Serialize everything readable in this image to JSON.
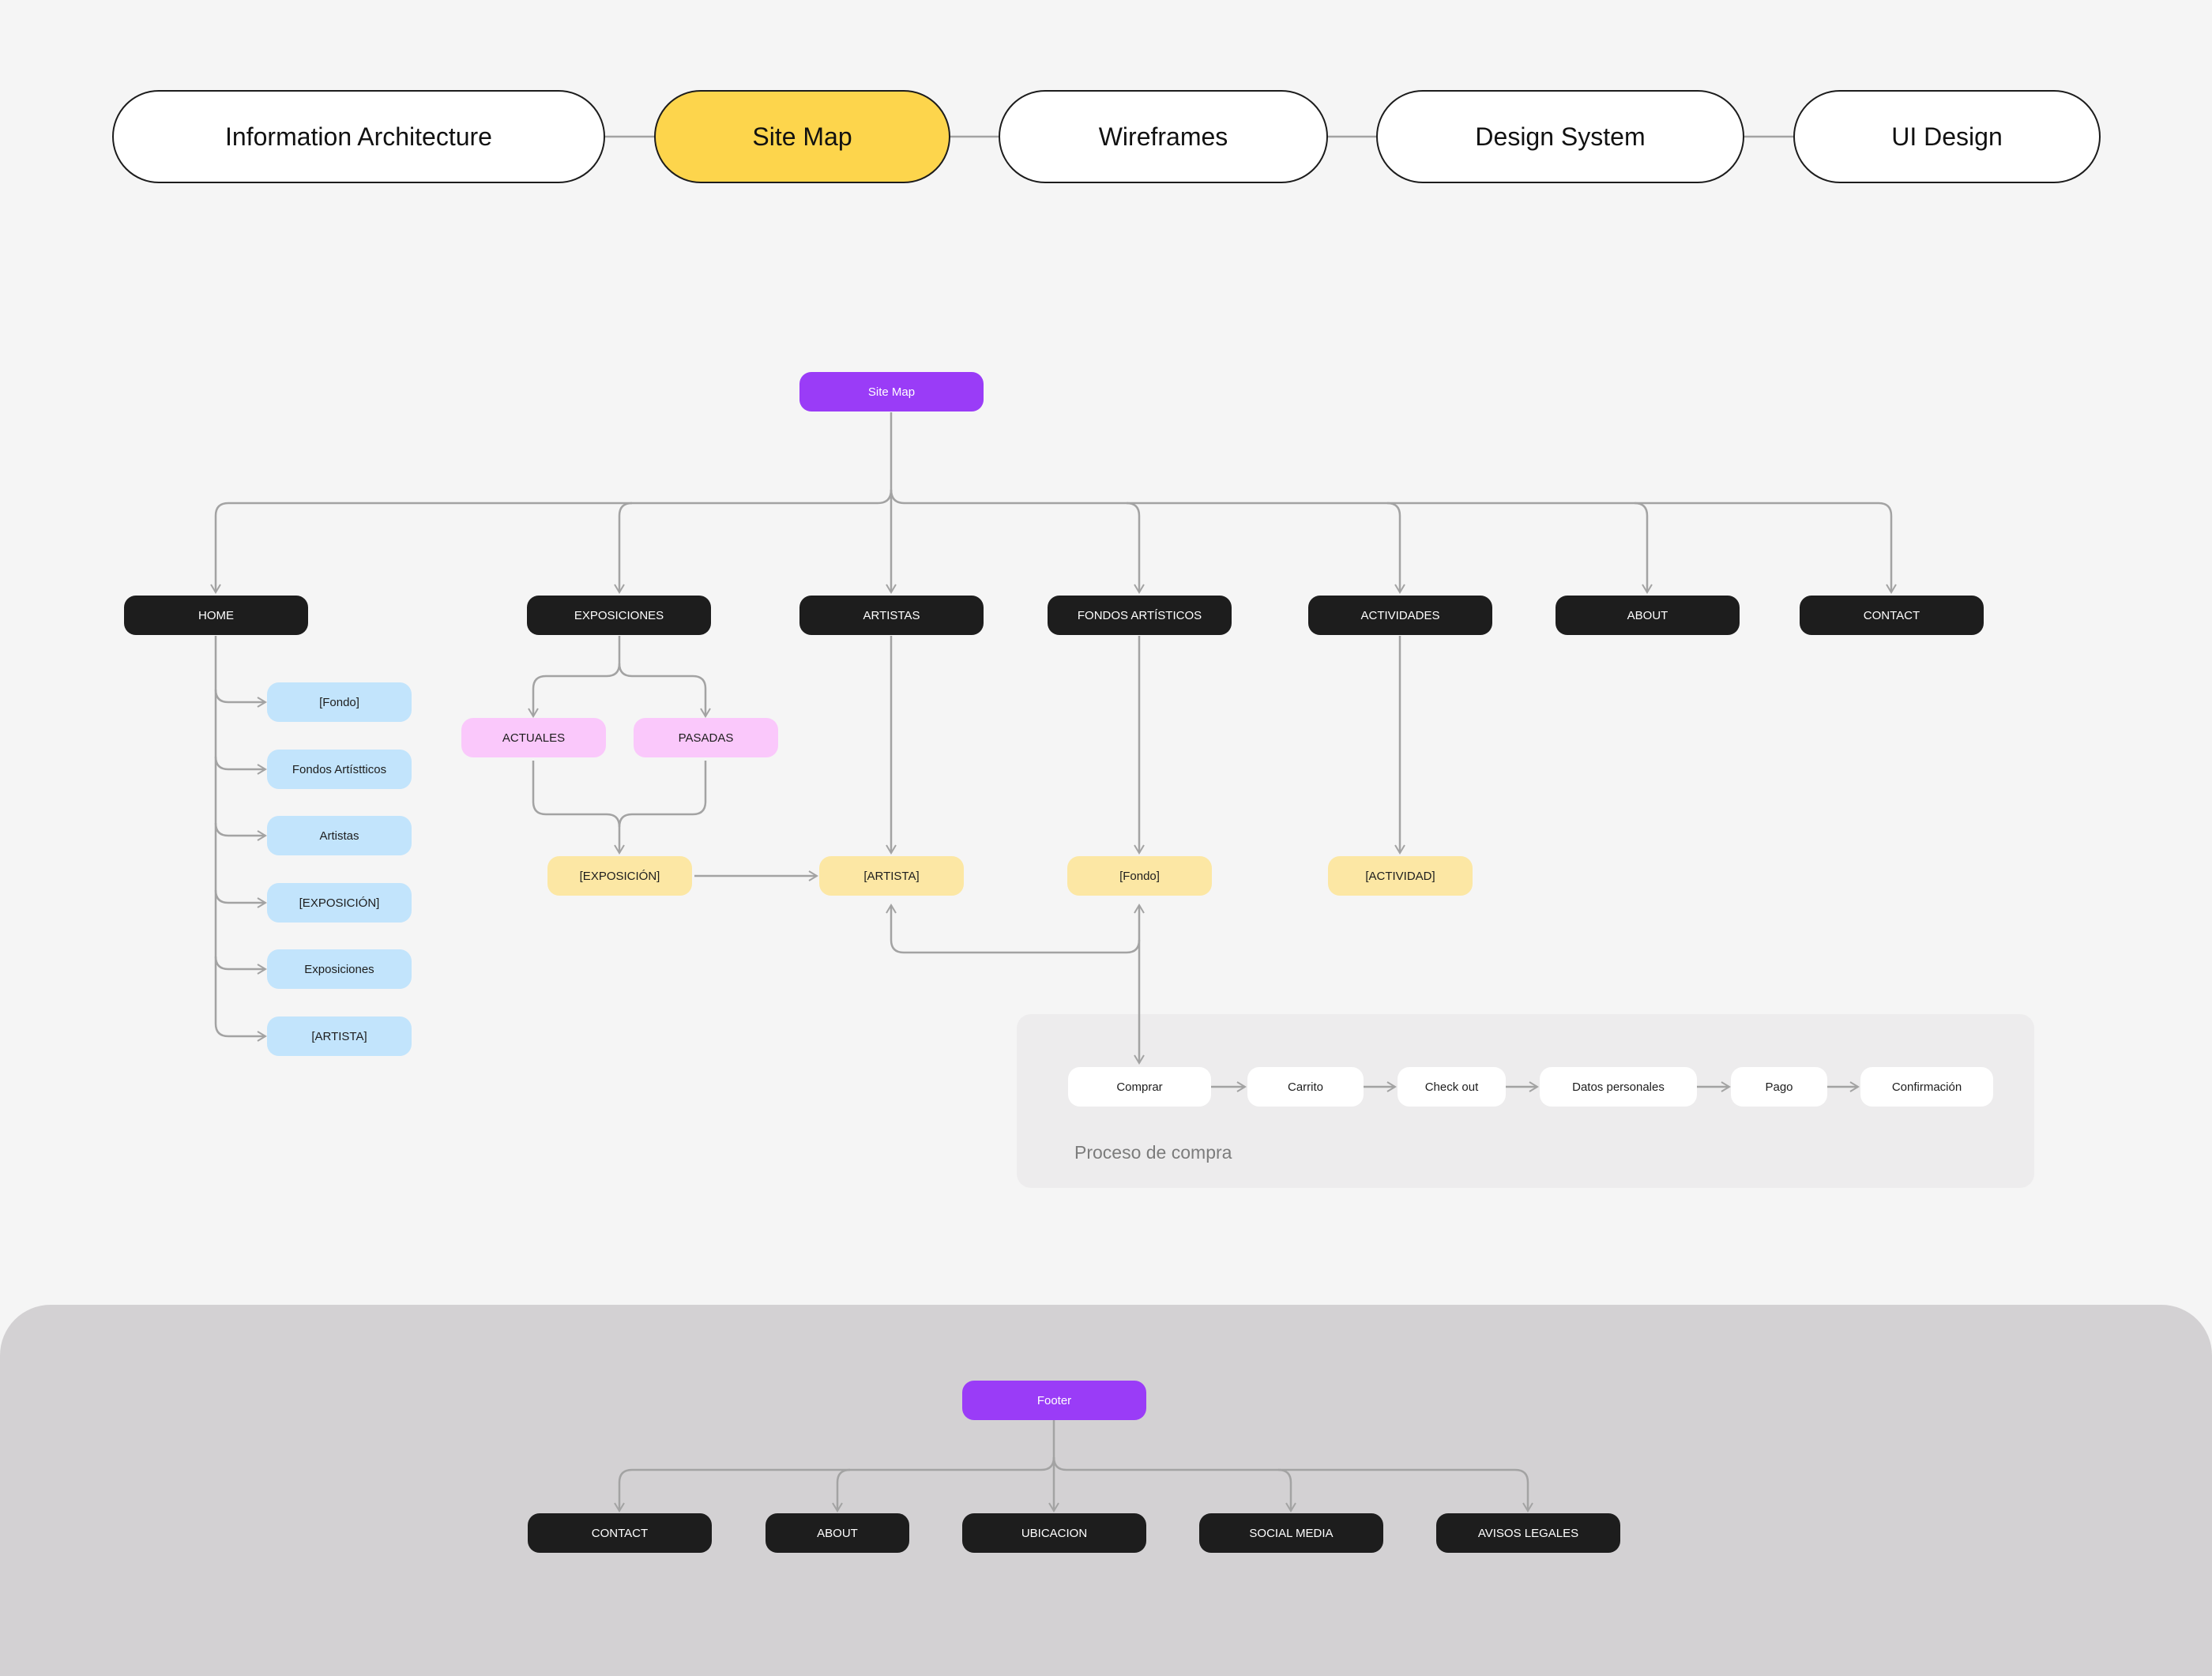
{
  "stages": [
    {
      "label": "Information Architecture",
      "active": false
    },
    {
      "label": "Site Map",
      "active": true
    },
    {
      "label": "Wireframes",
      "active": false
    },
    {
      "label": "Design System",
      "active": false
    },
    {
      "label": "UI Design",
      "active": false
    }
  ],
  "sitemap": {
    "root": "Site Map",
    "sections": [
      "HOME",
      "EXPOSICIONES",
      "ARTISTAS",
      "FONDOS ARTÍSTICOS",
      "ACTIVIDADES",
      "ABOUT",
      "CONTACT"
    ],
    "home_children": [
      "[Fondo]",
      "Fondos Artístticos",
      "Artistas",
      "[EXPOSICIÓN]",
      "Exposiciones",
      "[ARTISTA]"
    ],
    "expo_children": [
      "ACTUALES",
      "PASADAS"
    ],
    "detail_pages": [
      "[EXPOSICIÓN]",
      "[ARTISTA]",
      "[Fondo]",
      "[ACTIVIDAD]"
    ]
  },
  "purchase": {
    "label": "Proceso de compra",
    "steps": [
      "Comprar",
      "Carrito",
      "Check out",
      "Datos personales",
      "Pago",
      "Confirmación"
    ]
  },
  "footer": {
    "root": "Footer",
    "items": [
      "CONTACT",
      "ABOUT",
      "UBICACION",
      "SOCIAL MEDIA",
      "AVISOS LEGALES"
    ]
  },
  "colors": {
    "stage_active": "#fdd54c",
    "root": "#9a3cf7",
    "section": "#1d1d1d",
    "home_child": "#c2e4fc",
    "expo_child": "#fac8fb",
    "detail_page": "#fce7a4",
    "connector": "#a3a3a3"
  }
}
